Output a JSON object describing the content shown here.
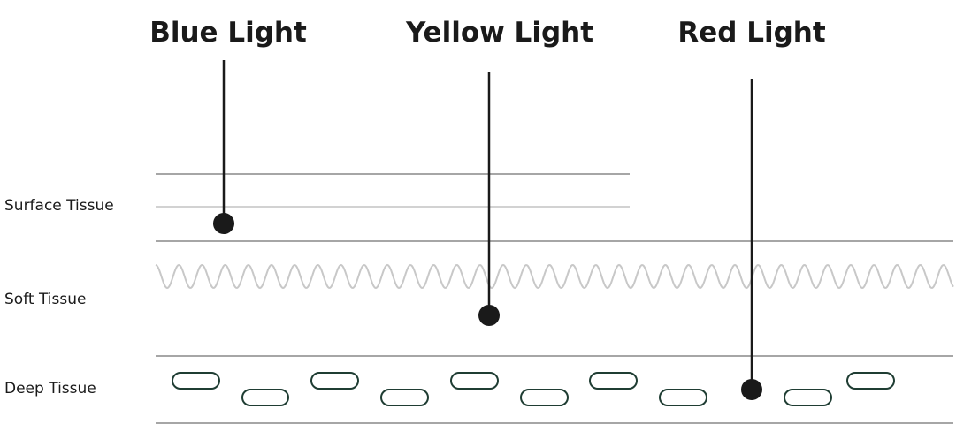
{
  "lights": [
    {
      "label": "Blue Light"
    },
    {
      "label": "Yellow Light"
    },
    {
      "label": "Red Light"
    }
  ],
  "layers": [
    {
      "label": "Surface Tissue"
    },
    {
      "label": "Soft Tissue"
    },
    {
      "label": "Deep Tissue"
    }
  ],
  "colors": {
    "ink": "#1a1a1a",
    "line": "#a6a6a6",
    "thin_line": "#c4c4c4",
    "wave": "#c8c8c8",
    "cell": "#1f3d33"
  }
}
